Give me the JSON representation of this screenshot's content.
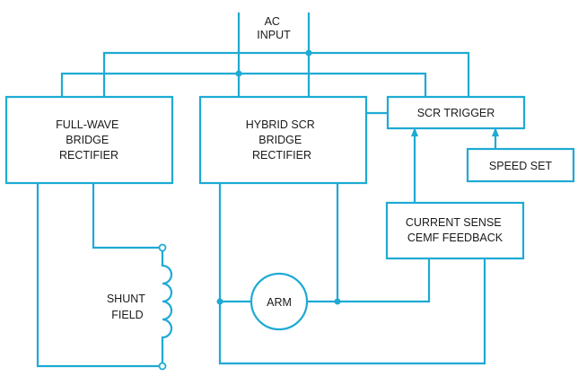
{
  "colors": {
    "wire": "#1eaad4",
    "text": "#1a1a1a",
    "background": "#ffffff"
  },
  "labels": {
    "ac_input": [
      "AC",
      "INPUT"
    ],
    "full_wave": [
      "FULL-WAVE",
      "BRIDGE",
      "RECTIFIER"
    ],
    "hybrid_scr": [
      "HYBRID SCR",
      "BRIDGE",
      "RECTIFIER"
    ],
    "scr_trigger": [
      "SCR TRIGGER"
    ],
    "speed_set": [
      "SPEED SET"
    ],
    "current_sense": [
      "CURRENT SENSE",
      "CEMF FEEDBACK"
    ],
    "arm": [
      "ARM"
    ],
    "shunt_field": [
      "SHUNT",
      "FIELD"
    ]
  }
}
